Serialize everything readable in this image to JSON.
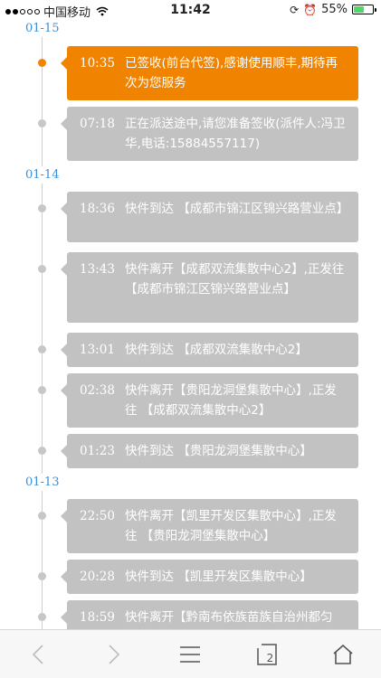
{
  "status": {
    "carrier": "中国移动",
    "time": "11:42",
    "battery": "55%",
    "battery_level": 0.55
  },
  "groups": [
    {
      "date": "01-15",
      "entries": [
        {
          "time": "10:35",
          "text": "已签收(前台代签),感谢使用顺丰,期待再次为您服务",
          "current": true
        },
        {
          "time": "07:18",
          "text": "正在派送途中,请您准备签收(派件人:冯卫华,电话:15884557117)"
        }
      ]
    },
    {
      "date": "01-14",
      "entries": [
        {
          "time": "18:36",
          "text": "快件到达 【成都市锦江区锦兴路营业点】"
        },
        {
          "time": "13:43",
          "text": "快件离开【成都双流集散中心2】,正发往 【成都市锦江区锦兴路营业点】"
        },
        {
          "time": "13:01",
          "text": "快件到达 【成都双流集散中心2】"
        },
        {
          "time": "02:38",
          "text": "快件离开【贵阳龙洞堡集散中心】,正发往 【成都双流集散中心2】"
        },
        {
          "time": "01:23",
          "text": "快件到达 【贵阳龙洞堡集散中心】"
        }
      ]
    },
    {
      "date": "01-13",
      "entries": [
        {
          "time": "22:50",
          "text": "快件离开【凯里开发区集散中心】,正发往 【贵阳龙洞堡集散中心】"
        },
        {
          "time": "20:28",
          "text": "快件到达 【凯里开发区集散中心】"
        },
        {
          "time": "18:59",
          "text": "快件离开【黔南布依族苗族自治州都匀市】,正发往 【凯里开发区集散中心】"
        }
      ]
    }
  ],
  "toolbar": {
    "tab_count": "2"
  },
  "icons": {
    "back": "chevron-left-icon",
    "forward": "chevron-right-icon",
    "menu": "menu-icon",
    "tabs": "tabs-icon",
    "home": "home-icon"
  },
  "colors": {
    "accent": "#f08300",
    "date": "#3b8fd6",
    "card": "#c2c2c2"
  }
}
